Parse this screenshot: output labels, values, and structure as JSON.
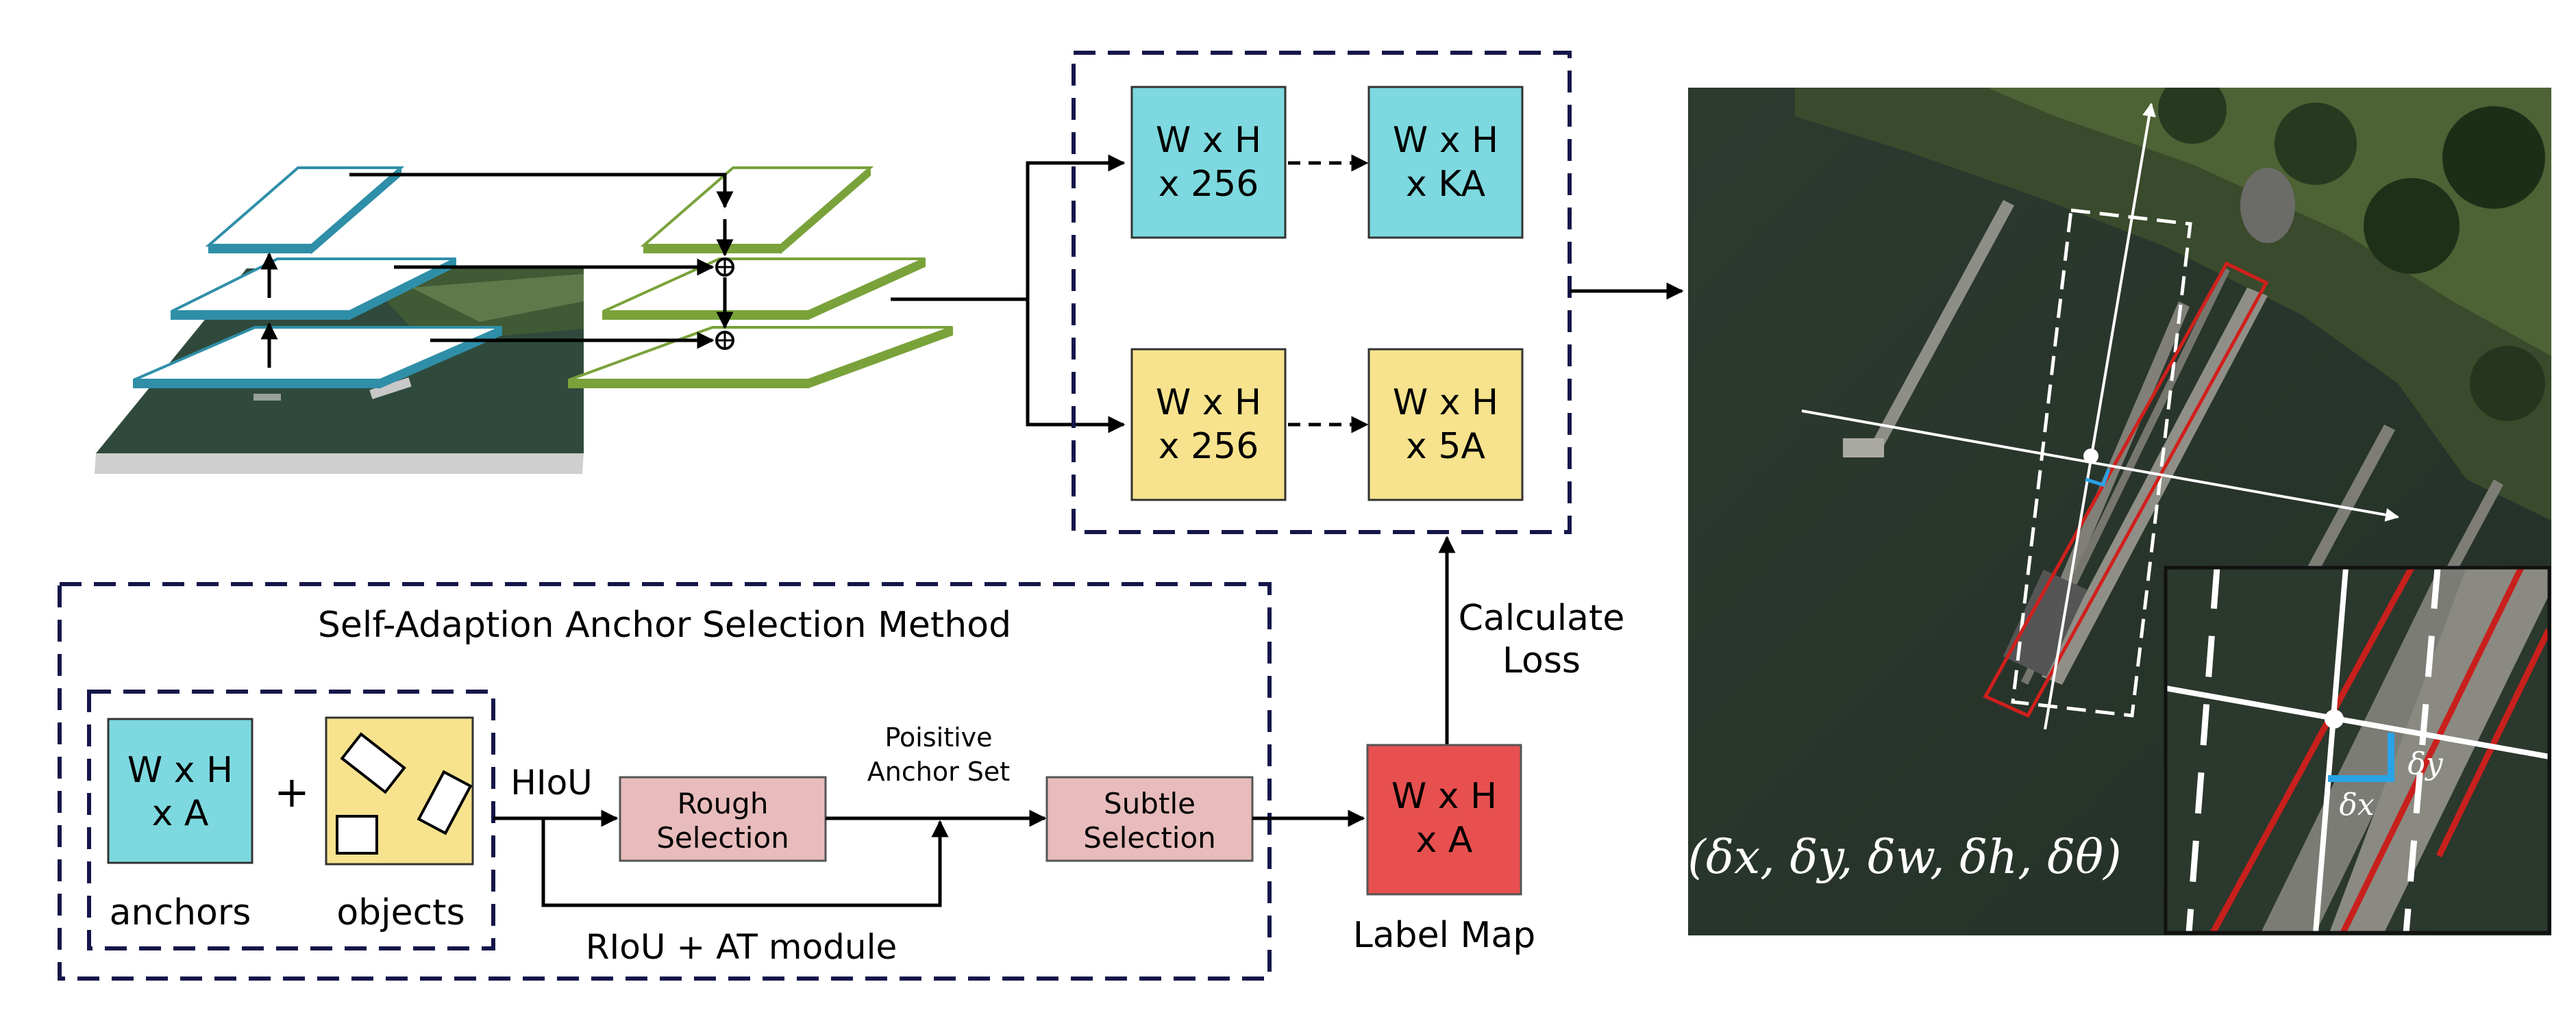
{
  "fpn": {
    "top_boxes": [
      {
        "line1": "W x H",
        "line2": "x 256"
      },
      {
        "line1": "W x H",
        "line2": "x KA"
      }
    ],
    "bottom_boxes": [
      {
        "line1": "W x H",
        "line2": "x 256"
      },
      {
        "line1": "W x H",
        "line2": "x 5A"
      }
    ]
  },
  "loss": {
    "line1": "Calculate",
    "line2": "Loss"
  },
  "label_map": {
    "line1": "W x H",
    "line2": "x A",
    "caption": "Label Map"
  },
  "anchor_method": {
    "title": "Self-Adaption Anchor Selection Method",
    "anchors": {
      "line1": "W x H",
      "line2": "x A",
      "caption": "anchors"
    },
    "plus": "+",
    "objects_caption": "objects",
    "hiou": "HIoU",
    "rough": {
      "line1": "Rough",
      "line2": "Selection"
    },
    "positive": {
      "line1": "Poisitive",
      "line2": "Anchor Set"
    },
    "subtle": {
      "line1": "Subtle",
      "line2": "Selection"
    },
    "riou": "RIoU + AT module"
  },
  "aerial": {
    "formula": "(δx, δy, δw, δh, δθ)",
    "inset_dx": "δx",
    "inset_dy": "δy"
  },
  "colors": {
    "cyan": "#7dd9df",
    "yellow": "#f7e38d",
    "pink": "#e8bcbc",
    "red": "#e85050",
    "dash_border": "#14164a",
    "rbox_red": "#d0201c",
    "offset_blue": "#29a3e6"
  }
}
